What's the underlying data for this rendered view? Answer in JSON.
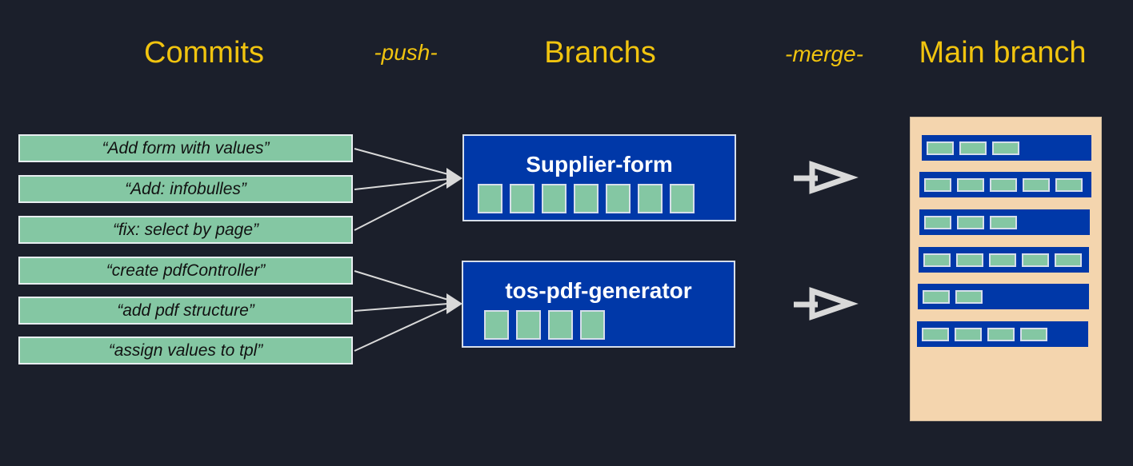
{
  "headings": {
    "commits": "Commits",
    "push": "-push-",
    "branches": "Branchs",
    "merge": "-merge-",
    "main": "Main branch"
  },
  "commits": [
    "“Add form with values”",
    "“Add: infobulles”",
    "“fix: select by page”",
    "“create pdfController”",
    "“add pdf structure”",
    "“assign values to tpl”"
  ],
  "branches": [
    {
      "name": "Supplier-form",
      "commit_count": 7
    },
    {
      "name": "tos-pdf-generator",
      "commit_count": 4
    }
  ],
  "main_branch_rows": [
    3,
    5,
    3,
    5,
    2,
    4
  ],
  "colors": {
    "background": "#1b1f2b",
    "heading": "#f1c40f",
    "commit": "#84c7a3",
    "branch": "#0038a8",
    "main_panel": "#f4d5ae",
    "arrow": "#d9d9d9"
  }
}
